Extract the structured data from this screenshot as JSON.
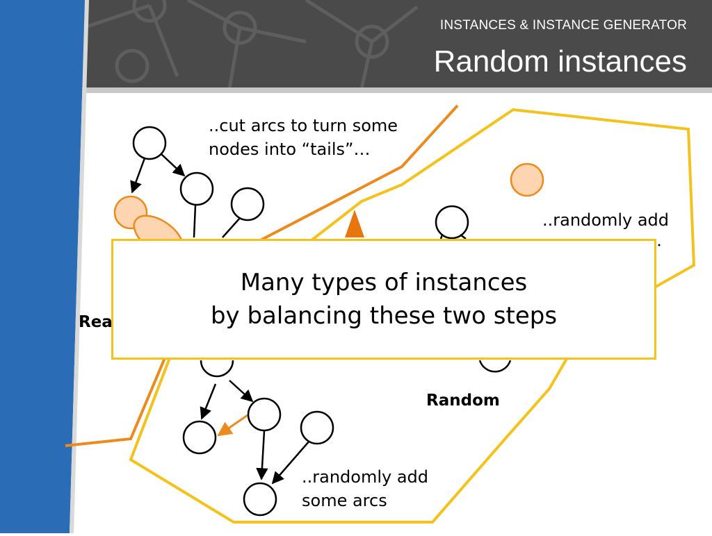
{
  "header": {
    "subtitle": "INSTANCES & INSTANCE GENERATOR",
    "title": "Random instances"
  },
  "annotations": {
    "cut_arcs": "..cut arcs to turn some\nnodes into “tails”…",
    "add_nodes_top": "..randomly add",
    "add_arcs": "..randomly add\nsome arcs"
  },
  "labels": {
    "random": "Random",
    "real_partial": "Rea"
  },
  "callout": {
    "text": "Many types of instances\nby balancing these two steps"
  },
  "colors": {
    "accent_blue": "#2b6cb7",
    "header_dark": "#4a4a4a",
    "polygon_yellow": "#f5c21b",
    "line_orange": "#ee8a1c",
    "node_fill_orange": "#fdd5b0"
  }
}
